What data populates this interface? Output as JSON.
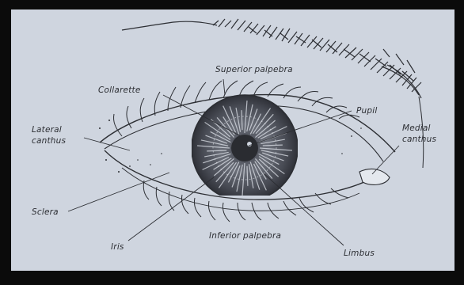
{
  "figure": {
    "labels": {
      "superior_palpebra": "Superior palpebra",
      "collarette": "Collarette",
      "pupil": "Pupil",
      "lateral_canthus_line1": "Lateral",
      "lateral_canthus_line2": "canthus",
      "medial_canthus_line1": "Medial",
      "medial_canthus_line2": "canthus",
      "sclera": "Sclera",
      "iris": "Iris",
      "inferior_palpebra": "Inferior palpebra",
      "limbus": "Limbus"
    },
    "colors": {
      "frame": "#0b0b0b",
      "paper": "#cfd5df",
      "ink": "#2c2e33",
      "iris_dark": "#4a4e57"
    }
  }
}
